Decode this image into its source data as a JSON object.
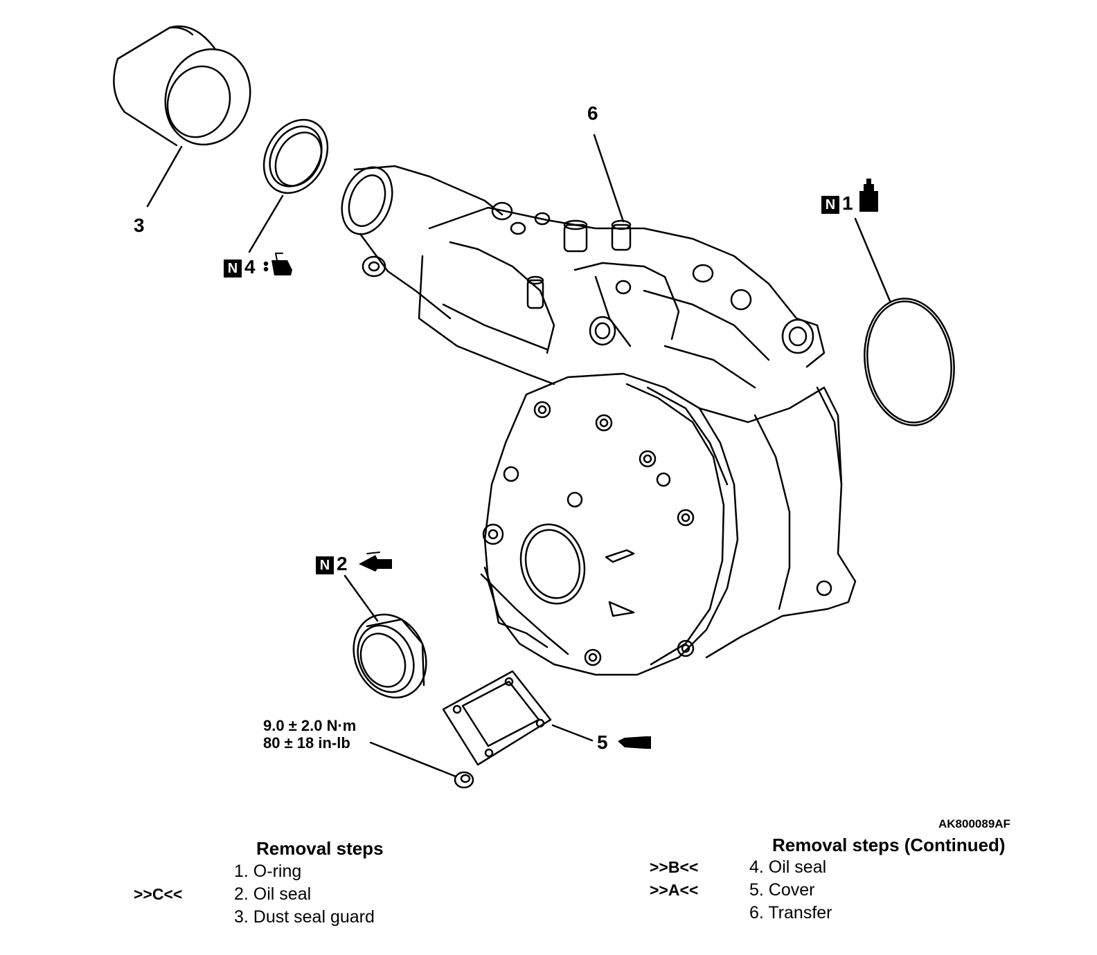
{
  "callouts": {
    "c1": {
      "prefix": "N",
      "num": "1"
    },
    "c2": {
      "prefix": "N",
      "num": "2"
    },
    "c3": {
      "num": "3"
    },
    "c4": {
      "prefix": "N",
      "num": "4"
    },
    "c5": {
      "num": "5"
    },
    "c6": {
      "num": "6"
    }
  },
  "torque": {
    "line1": "9.0 ± 2.0 N·m",
    "line2": "80 ± 18 in-lb"
  },
  "figure_code": "AK800089AF",
  "steps_left": {
    "title": "Removal steps",
    "items": [
      {
        "tag": "",
        "text": "1. O-ring"
      },
      {
        "tag": ">>C<<",
        "text": "2. Oil seal"
      },
      {
        "tag": "",
        "text": "3. Dust seal guard"
      }
    ]
  },
  "steps_right": {
    "title": "Removal steps (Continued)",
    "items": [
      {
        "tag": ">>B<<",
        "text": "4. Oil seal"
      },
      {
        "tag": ">>A<<",
        "text": "5. Cover"
      },
      {
        "tag": "",
        "text": "6. Transfer"
      }
    ]
  },
  "icons": [
    "grease-can-icon",
    "oil-can-icon",
    "sealant-tube-icon",
    "oil-drop-icon"
  ]
}
